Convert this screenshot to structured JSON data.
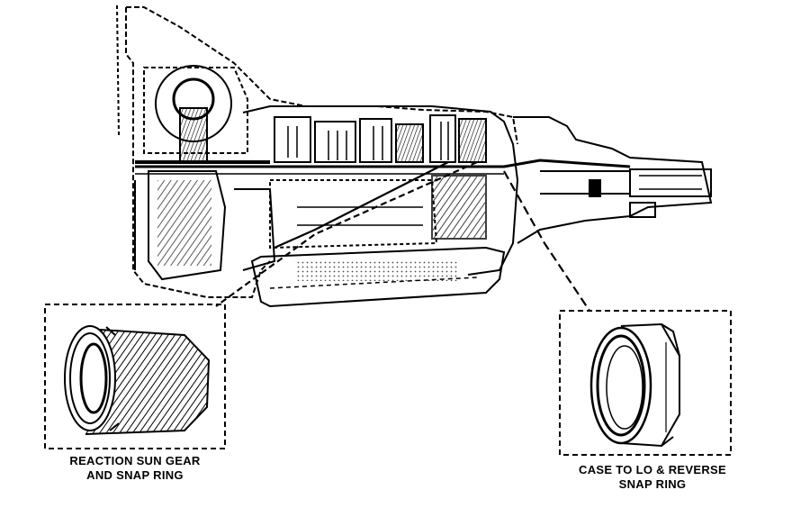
{
  "callouts": {
    "left": {
      "line1": "REACTION SUN GEAR",
      "line2": "AND SNAP RING"
    },
    "right": {
      "line1": "CASE TO LO & REVERSE",
      "line2": "SNAP RING"
    }
  },
  "colors": {
    "ink": "#000000",
    "paper": "#ffffff"
  }
}
